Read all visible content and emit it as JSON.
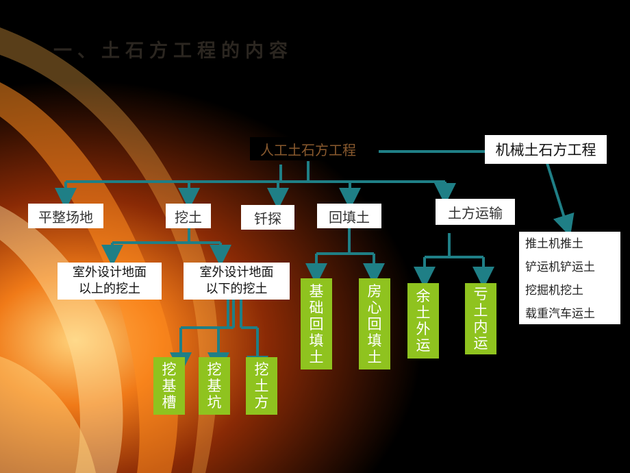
{
  "title": "一、土石方工程的内容",
  "root": "人工土石方工程",
  "mechanical": {
    "label": "机械土石方工程",
    "items": [
      "推土机推土",
      "铲运机铲运土",
      "挖掘机挖土",
      "载重汽车运土"
    ]
  },
  "level1": [
    "平整场地",
    "挖土",
    "钎探",
    "回填土",
    "土方运输"
  ],
  "wachu": [
    "室外设计地面以上的挖土",
    "室外设计地面以下的挖土"
  ],
  "wachu_lines": [
    [
      "室外设计地面",
      "以上的挖土"
    ],
    [
      "室外设计地面",
      "以下的挖土"
    ]
  ],
  "below_types": [
    "挖基槽",
    "挖基坑",
    "挖土方"
  ],
  "backfill": [
    "基础回填土",
    "房心回填土"
  ],
  "transport": [
    "余土外运",
    "亏土内运"
  ],
  "colors": {
    "connector": "#1f7f86",
    "leaf_green": "#8fc31f"
  }
}
